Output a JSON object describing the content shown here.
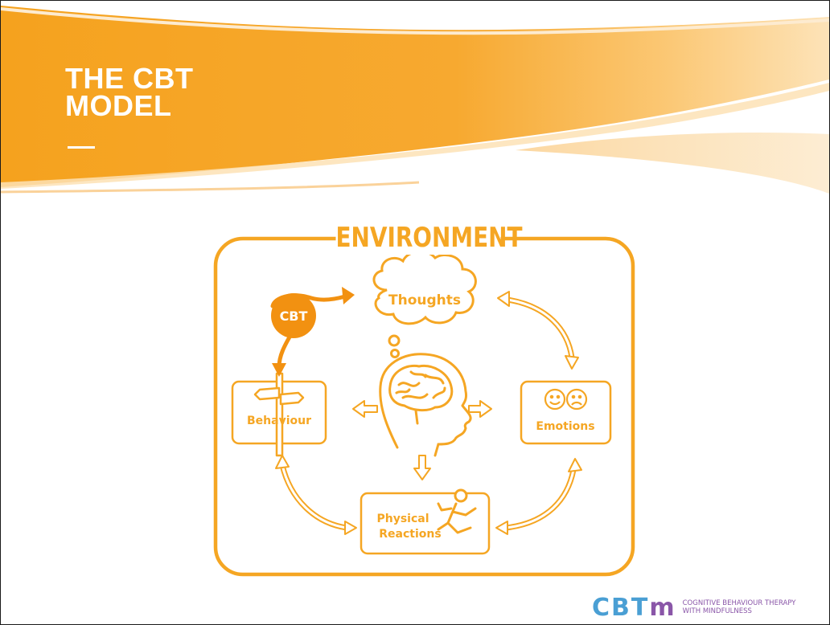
{
  "slide": {
    "title_line1": "THE CBT",
    "title_line2": "MODEL"
  },
  "diagram": {
    "environment": "ENVIRONMENT",
    "thoughts": "Thoughts",
    "behaviour": "Behaviour",
    "emotions": "Emotions",
    "physical_line1": "Physical",
    "physical_line2": "Reactions",
    "cbt_badge": "CBT"
  },
  "logo": {
    "mark_cbt": "CBT",
    "mark_m": "m",
    "tagline_line1": "COGNITIVE BEHAVIOUR THERAPY",
    "tagline_line2": "WITH MINDFULNESS"
  },
  "colors": {
    "accent_orange": "#F5A623",
    "cbt_badge": "#F29111",
    "logo_blue": "#4a9fd4",
    "logo_purple": "#8a56a8"
  },
  "icons": [
    "thought-cloud-icon",
    "brain-head-icon",
    "signpost-icon",
    "smiley-face-icon",
    "sad-face-icon",
    "running-person-icon"
  ]
}
